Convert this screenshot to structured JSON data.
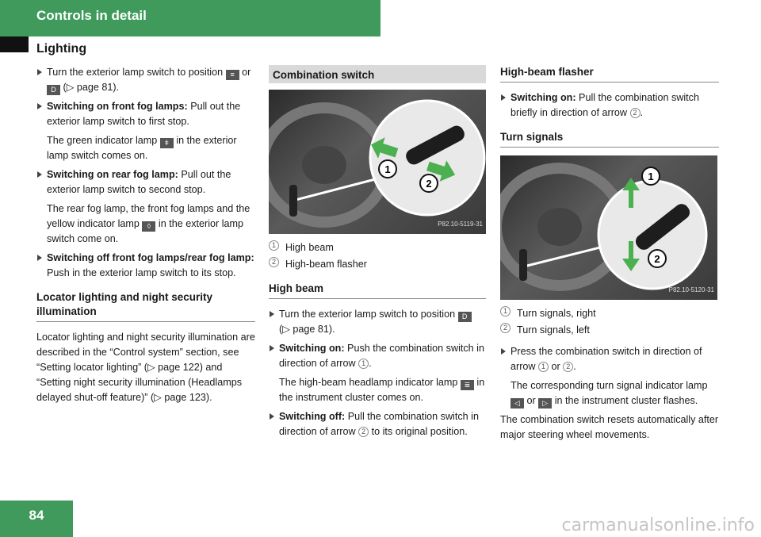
{
  "header": {
    "title": "Controls in detail",
    "section": "Lighting"
  },
  "page_number": "84",
  "watermark": "carmanualsonline.info",
  "col1": {
    "i1_a": "Turn the exterior lamp switch to position",
    "i1_b": "or",
    "i1_c": "(▷ page 81).",
    "i2_head": "Switching on front fog lamps:",
    "i2_body": " Pull out the exterior lamp switch to first stop.",
    "i2_sub_a": "The green indicator lamp",
    "i2_sub_b": "in the exterior lamp switch comes on.",
    "i3_head": "Switching on rear fog lamp:",
    "i3_body": " Pull out the exterior lamp switch to second stop.",
    "i3_sub_a": "The rear fog lamp, the front fog lamps and the yellow indicator lamp",
    "i3_sub_b": "in the exterior lamp switch come on.",
    "i4_head": "Switching off front fog lamps/rear fog lamp:",
    "i4_body": " Push in the exterior lamp switch to its stop.",
    "locator_head": "Locator lighting and night security illumination",
    "locator_body": "Locator lighting and night security illumination are described in the “Control system” section, see “Setting locator lighting” (▷ page 122) and “Setting night security illumination (Headlamps delayed shut-off feature)” (▷ page 123)."
  },
  "col2": {
    "combo_head": "Combination switch",
    "photo_ref": "P82.10-5119-31",
    "legend1": "High beam",
    "legend2": "High-beam flasher",
    "highbeam_head": "High beam",
    "i1_a": "Turn the exterior lamp switch to position",
    "i1_b": "(▷ page 81).",
    "i2_head": "Switching on:",
    "i2_body": " Push the combination switch in direction of arrow",
    "i2_sub_a": "The high-beam headlamp indicator lamp",
    "i2_sub_b": "in the instrument cluster comes on.",
    "i3_head": "Switching off:",
    "i3_body_a": " Pull the combination switch in direction of arrow",
    "i3_body_b": "to its original position."
  },
  "col3": {
    "flasher_head": "High-beam flasher",
    "i1_head": "Switching on:",
    "i1_body": " Pull the combination switch briefly in direction of arrow",
    "turn_head": "Turn signals",
    "photo_ref": "P82.10-5120-31",
    "legend1": "Turn signals, right",
    "legend2": "Turn signals, left",
    "i2_a": "Press the combination switch in direction of arrow",
    "i2_b": "or",
    "i2_sub_a": "The corresponding turn signal indicator lamp",
    "i2_sub_b": "or",
    "i2_sub_c": "in the instrument cluster flashes.",
    "final": "The combination switch resets automatically after major steering wheel movements."
  },
  "marker_1": "1",
  "marker_2": "2",
  "colors": {
    "brand_green": "#3f9a5c",
    "arrow_green": "#4caf50"
  }
}
